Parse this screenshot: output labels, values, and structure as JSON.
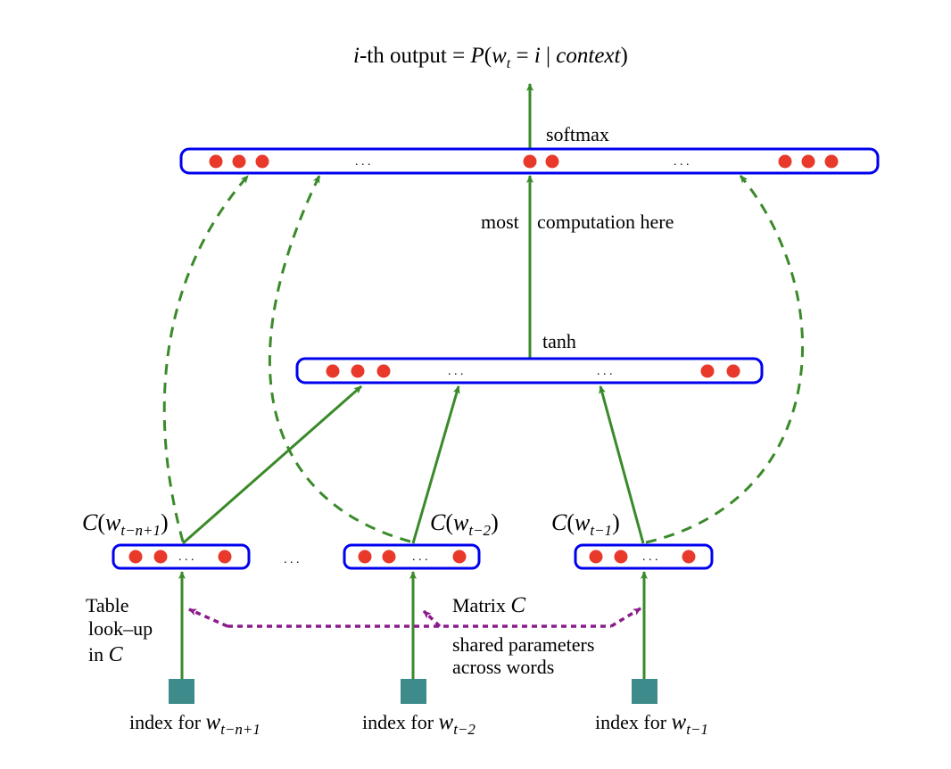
{
  "colors": {
    "layer_border": "#0000ee",
    "neuron": "#e8392b",
    "arrow": "#3a8a2a",
    "shared_arrow": "#8b1a8b",
    "index_square": "#3d8b8b",
    "text": "#000000"
  },
  "title": {
    "prefix_italic": "i",
    "prefix_rest": "-th output = ",
    "formula_P": "P",
    "formula_open": "(",
    "formula_w": "w",
    "formula_t": "t",
    "formula_eq": " = ",
    "formula_i": "i",
    "formula_bar": " | ",
    "formula_context": "context",
    "formula_close": ")"
  },
  "layers": {
    "softmax": {
      "label": "softmax",
      "ellipsis": ". . ."
    },
    "tanh": {
      "label": "tanh",
      "ellipsis": ". . ."
    },
    "computation_note": {
      "left": "most",
      "right": "computation here"
    }
  },
  "embeddings": [
    {
      "label_C": "C",
      "label_open": "(",
      "label_w": "w",
      "label_sub": "t−n+1",
      "label_close": ")",
      "ellipsis": ". . ."
    },
    {
      "label_C": "C",
      "label_open": "(",
      "label_w": "w",
      "label_sub": "t−2",
      "label_close": ")",
      "ellipsis": ". . ."
    },
    {
      "label_C": "C",
      "label_open": "(",
      "label_w": "w",
      "label_sub": "t−1",
      "label_close": ")",
      "ellipsis": ". . ."
    }
  ],
  "between_embeddings_ellipsis": ". . .",
  "annotations": {
    "table_lookup": [
      "Table",
      "look–up",
      "in "
    ],
    "table_lookup_C": "C",
    "matrix_label": "Matrix ",
    "matrix_C": "C",
    "shared_1": "shared parameters",
    "shared_2": "across words"
  },
  "indices": [
    {
      "prefix": "index for ",
      "w": "w",
      "sub": "t−n+1"
    },
    {
      "prefix": "index for ",
      "w": "w",
      "sub": "t−2"
    },
    {
      "prefix": "index for ",
      "w": "w",
      "sub": "t−1"
    }
  ]
}
